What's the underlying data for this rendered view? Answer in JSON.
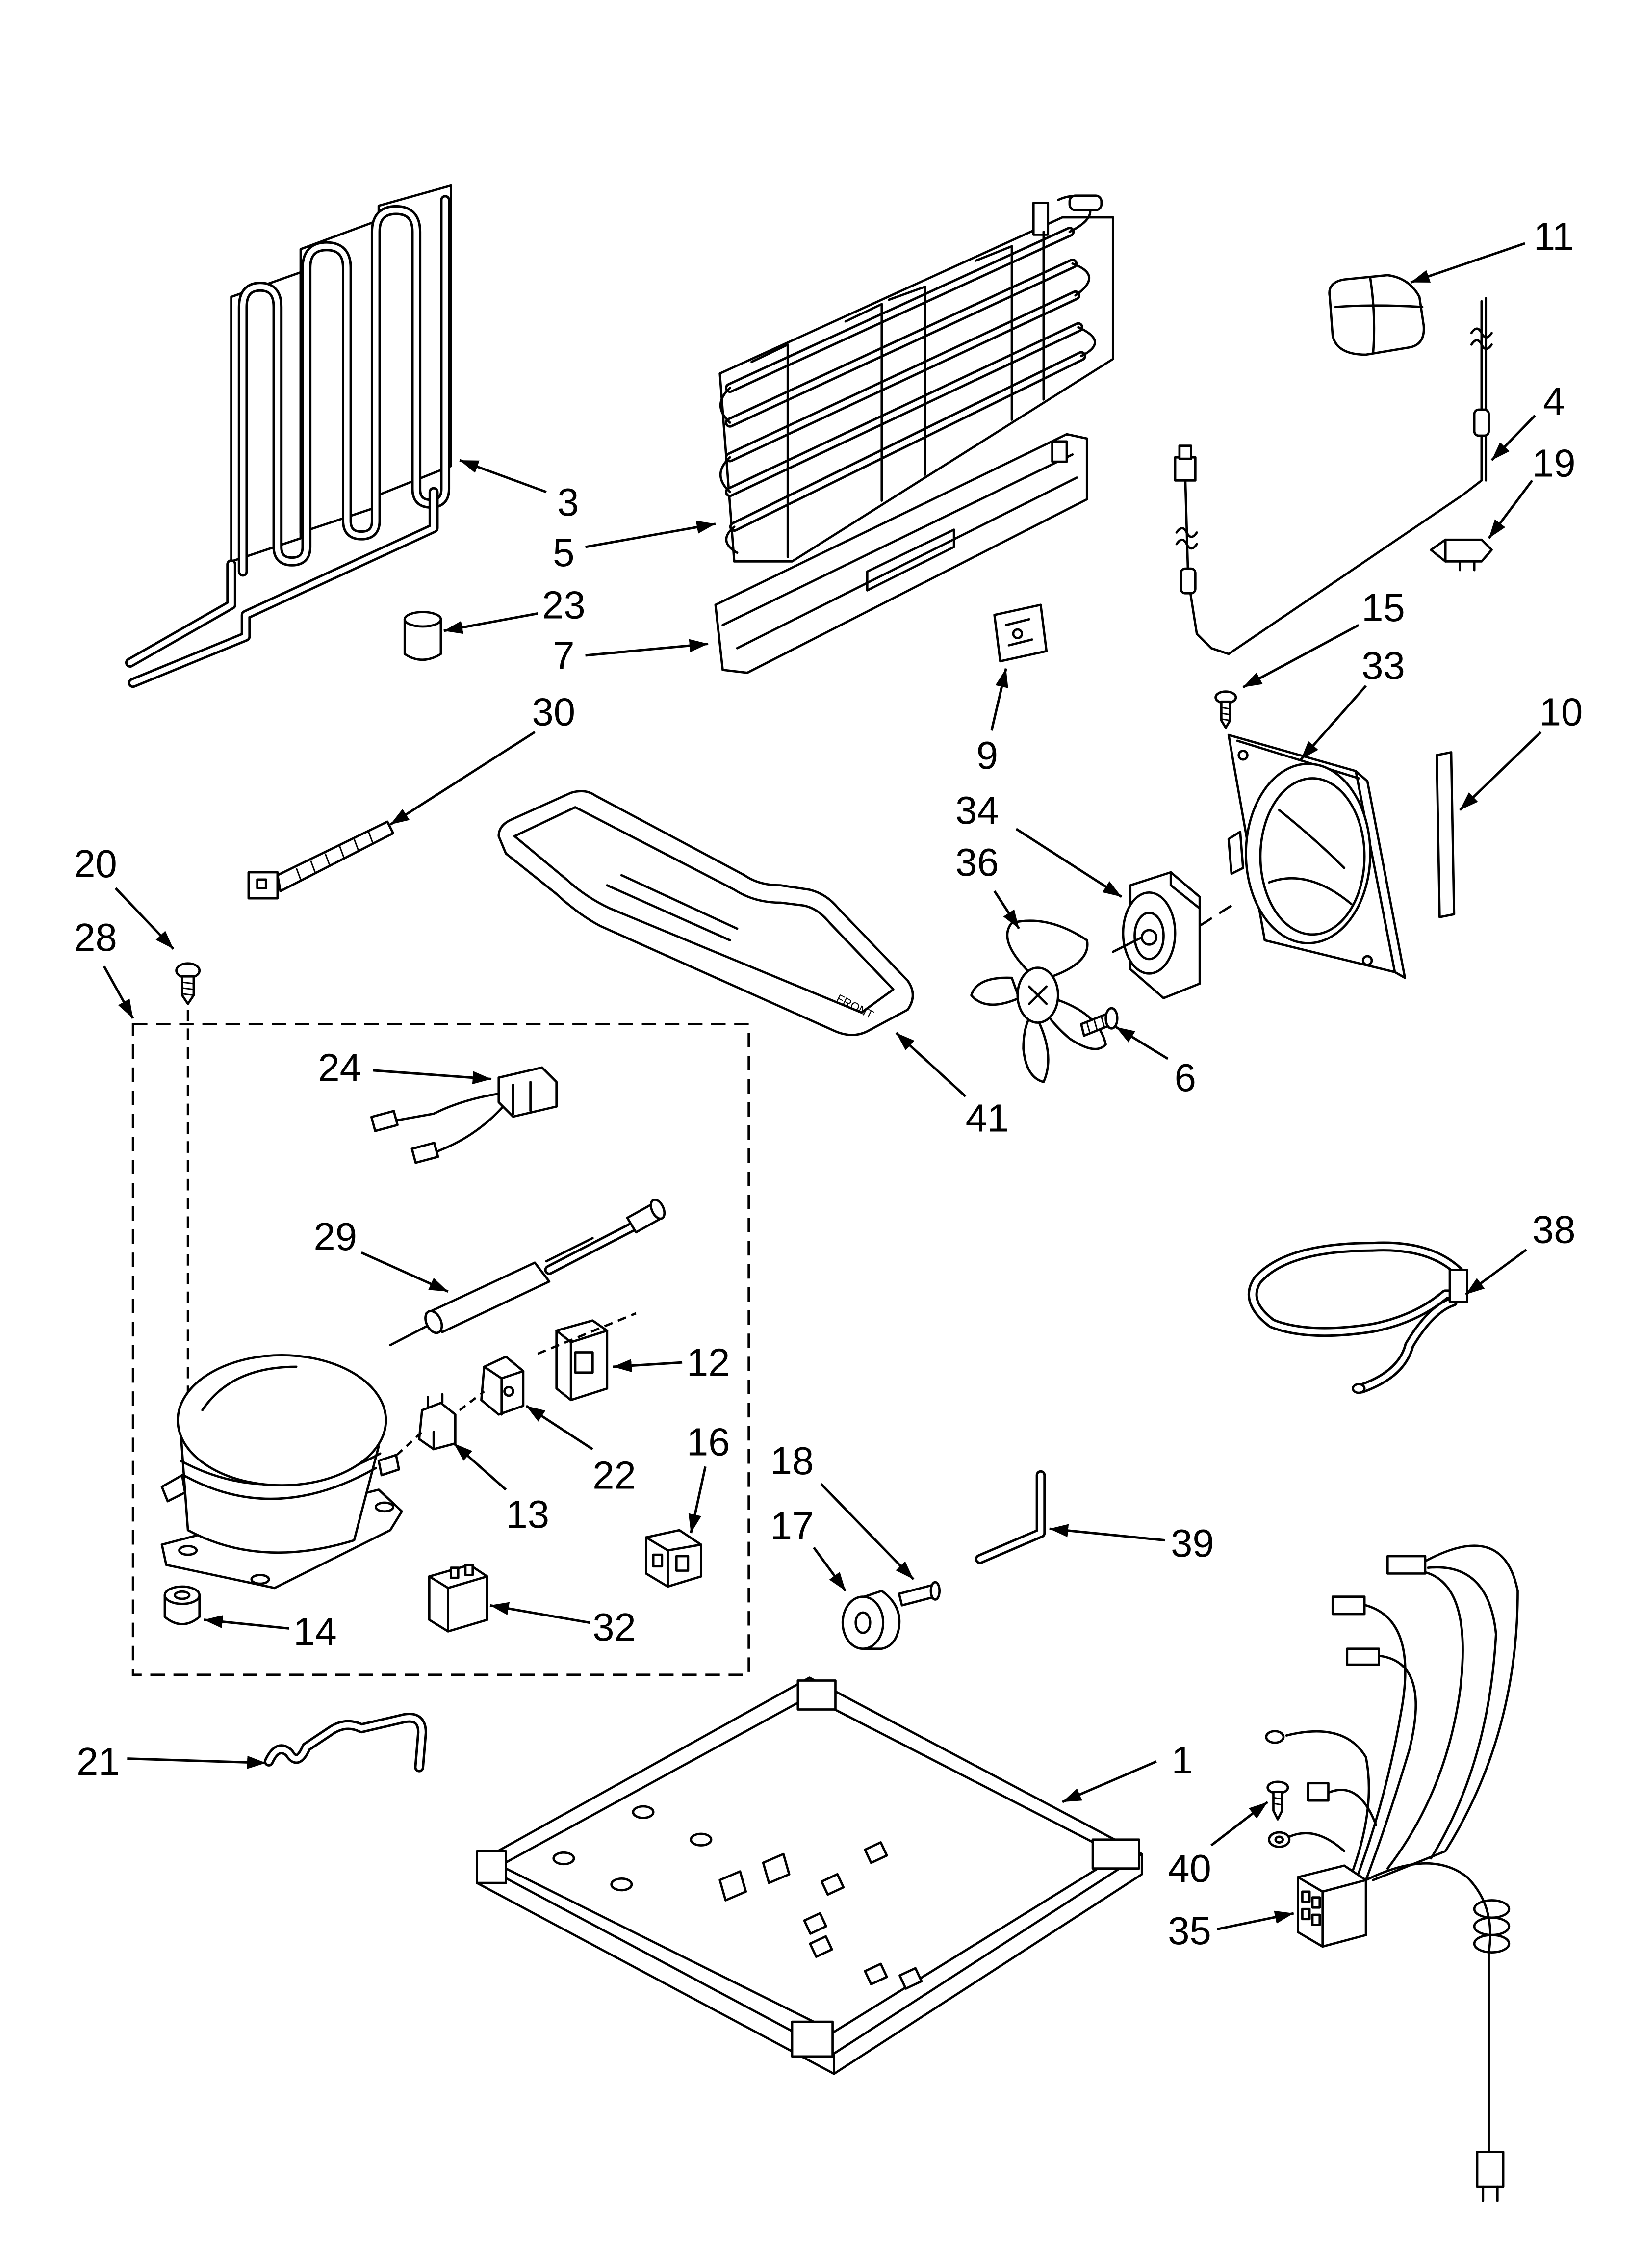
{
  "diagram": {
    "callouts": [
      "11",
      "4",
      "19",
      "3",
      "5",
      "23",
      "7",
      "15",
      "33",
      "10",
      "9",
      "30",
      "34",
      "36",
      "20",
      "28",
      "6",
      "41",
      "24",
      "29",
      "38",
      "12",
      "16",
      "22",
      "13",
      "18",
      "17",
      "39",
      "14",
      "32",
      "21",
      "1",
      "40",
      "35"
    ],
    "pan_marking": "FRONT"
  },
  "colors": {
    "line": "#000000",
    "background": "#ffffff"
  }
}
